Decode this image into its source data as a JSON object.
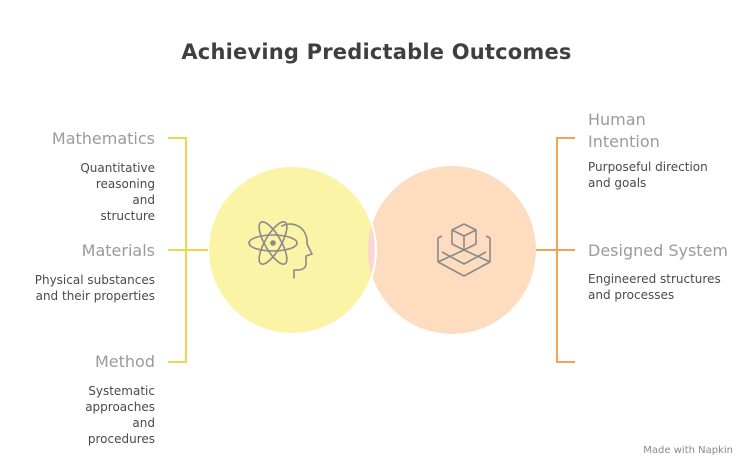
{
  "title": "Achieving Predictable Outcomes",
  "left_items": [
    {
      "label": "Mathematics",
      "description": "Quantitative reasoning and structure"
    },
    {
      "label": "Materials",
      "description": "Physical substances and their properties"
    },
    {
      "label": "Method",
      "description": "Systematic approaches and procedures"
    }
  ],
  "right_items": [
    {
      "label": "Human Intention",
      "description": "Purposeful direction and goals"
    },
    {
      "label": "Designed System",
      "description": "Engineered structures and processes"
    }
  ],
  "footer": "Made with  Napkin",
  "colors": {
    "left_circle": "#fbf3a6",
    "right_circle": "#fddcc0",
    "overlap": "#fbd6d2",
    "left_bracket": "#f1d54a",
    "right_bracket": "#f0a35a"
  },
  "icons": {
    "left": "atom-head-icon",
    "right": "stacked-layers-icon"
  }
}
